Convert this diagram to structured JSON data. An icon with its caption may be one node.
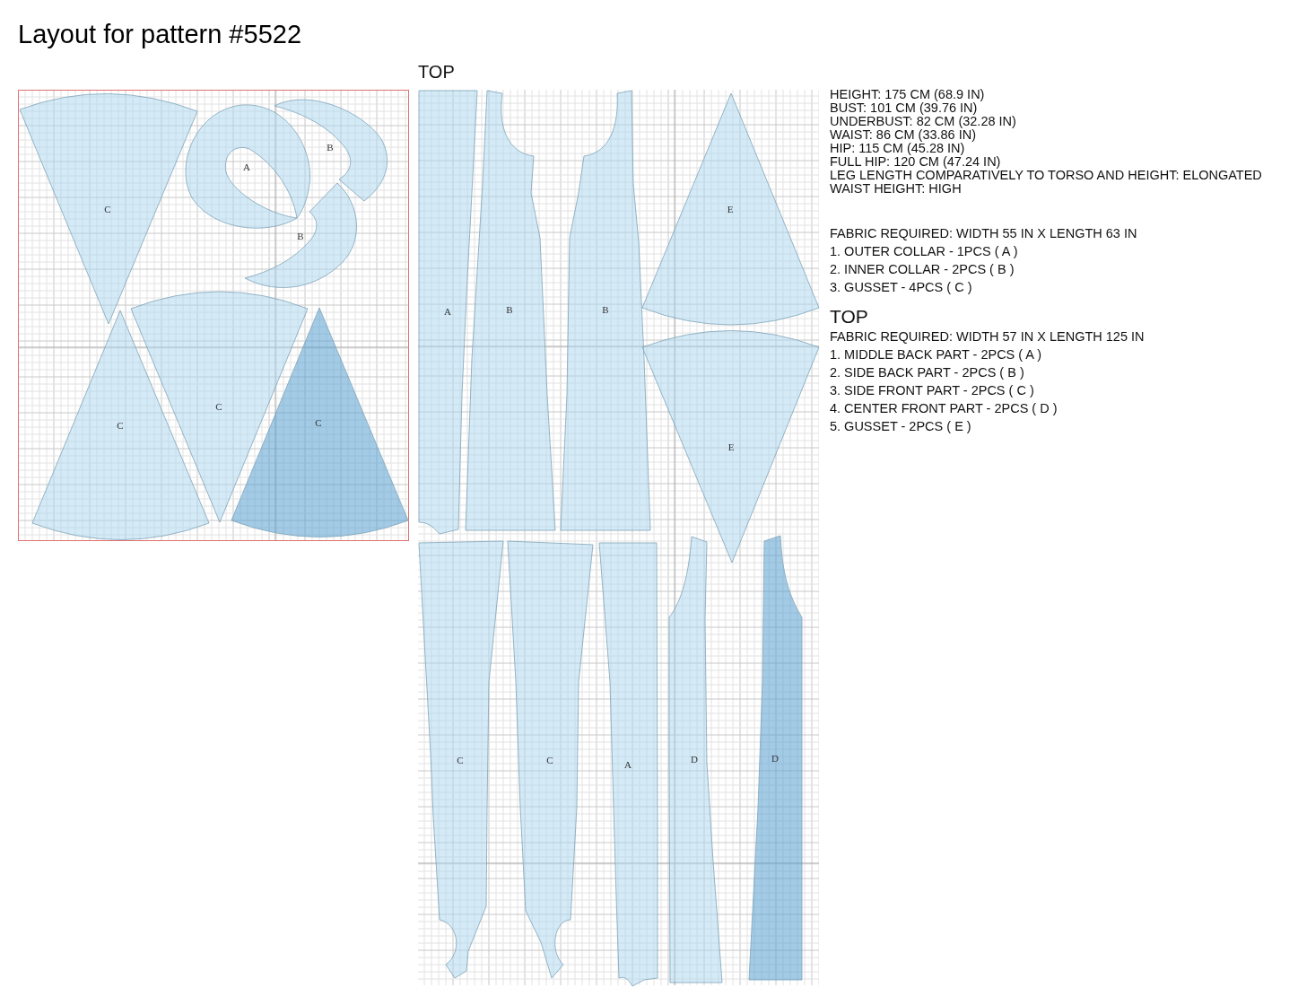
{
  "diagram": {
    "title": "Layout for pattern #5522",
    "nodes": [
      {
        "text": [],
        "shape": "box"
      },
      {
        "text": [
          "C"
        ],
        "in": 0
      },
      {
        "text": [
          "A"
        ],
        "in": 0
      },
      {
        "text": [
          "B"
        ],
        "in": 0
      },
      {
        "text": [
          "B"
        ],
        "in": 0
      },
      {
        "text": [
          "C"
        ],
        "in": 0
      },
      {
        "text": [
          "C"
        ],
        "in": 0
      },
      {
        "text": [
          "C"
        ],
        "in": 0
      },
      {
        "text": [
          "TOP"
        ]
      },
      {
        "text": [
          "A"
        ],
        "in": 8
      },
      {
        "text": [
          "B"
        ],
        "in": 8
      },
      {
        "text": [
          "B"
        ],
        "in": 8
      },
      {
        "text": [
          "E"
        ],
        "in": 8
      },
      {
        "text": [
          "E"
        ],
        "in": 8
      },
      {
        "text": [
          "C"
        ],
        "in": 8
      },
      {
        "text": [
          "C"
        ],
        "in": 8
      },
      {
        "text": [
          "A"
        ],
        "in": 8
      },
      {
        "text": [
          "D"
        ],
        "in": 8
      },
      {
        "text": [
          "D"
        ],
        "in": 8
      }
    ],
    "labels": [
      "HEIGHT: 175 CM (68.9 IN)",
      "BUST: 101 CM (39.76 IN)",
      "UNDERBUST: 82 CM (32.28 IN)",
      "WAIST: 86 CM (33.86 IN)",
      "HIP: 115 CM (45.28 IN)",
      "FULL HIP: 120 CM (47.24 IN)",
      "LEG LENGTH COMPARATIVELY TO TORSO AND HEIGHT: ELONGATED",
      "WAIST HEIGHT: HIGH",
      "FABRIC REQUIRED: WIDTH 55 IN X LENGTH 63 IN",
      "1. OUTER COLLAR - 1PCS ( A )",
      "2. INNER COLLAR - 2PCS ( B )",
      "3. GUSSET - 4PCS ( C )",
      "TOP",
      "FABRIC REQUIRED: WIDTH 57 IN X LENGTH 125 IN",
      "1. MIDDLE BACK PART - 2PCS ( A )",
      "2. SIDE BACK PART - 2PCS ( B )",
      "3. SIDE FRONT PART - 2PCS ( C )",
      "4. CENTER FRONT PART - 2PCS ( D )",
      "5. GUSSET - 2PCS ( E )"
    ]
  }
}
